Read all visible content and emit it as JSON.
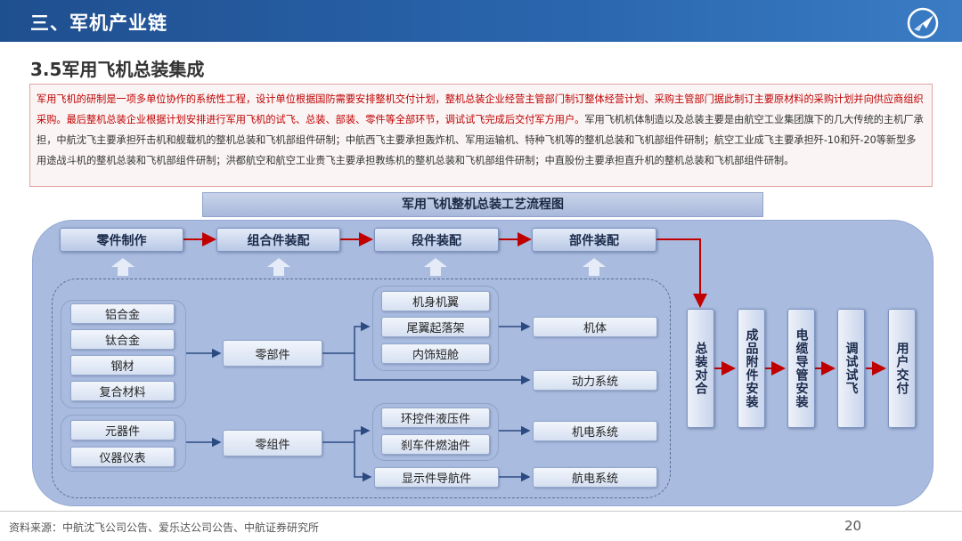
{
  "header": {
    "title": "三、军机产业链"
  },
  "section_title": "3.5军用飞机总装集成",
  "intro": {
    "red_text": "军用飞机的研制是一项多单位协作的系统性工程，设计单位根据国防需要安排整机交付计划，整机总装企业经营主管部门制订整体经营计划、采购主管部门据此制订主要原材料的采购计划并向供应商组织采购。最后整机总装企业根据计划安排进行军用飞机的试飞、总装、部装、零件等全部环节，调试试飞完成后交付军方用户。",
    "dark_text": "军用飞机机体制造以及总装主要是由航空工业集团旗下的几大传统的主机厂承担，中航沈飞主要承担歼击机和舰载机的整机总装和飞机部组件研制；中航西飞主要承担轰炸机、军用运输机、特种飞机等的整机总装和飞机部组件研制；航空工业成飞主要承担歼-10和歼-20等新型多用途战斗机的整机总装和飞机部组件研制；洪都航空和航空工业贵飞主要承担教练机的整机总装和飞机部组件研制；中直股份主要承担直升机的整机总装和飞机部组件研制。"
  },
  "flow": {
    "title": "军用飞机整机总装工艺流程图",
    "top_steps": [
      "零件制作",
      "组合件装配",
      "段件装配",
      "部件装配"
    ],
    "materials": [
      "铝合金",
      "钛合金",
      "钢材",
      "复合材料"
    ],
    "components": [
      "元器件",
      "仪器仪表"
    ],
    "mid": [
      "零部件",
      "零组件"
    ],
    "body_parts": [
      "机身机翼",
      "尾翼起落架",
      "内饰短舱"
    ],
    "system_parts": [
      "环控件液压件",
      "刹车件燃油件"
    ],
    "display_part": "显示件导航件",
    "outputs": [
      "机体",
      "动力系统",
      "机电系统",
      "航电系统"
    ],
    "final_steps": [
      "总装对合",
      "成品附件安装",
      "电缆导管安装",
      "调试试飞",
      "用户交付"
    ],
    "colors": {
      "arrow_red": "#c00000",
      "line_blue": "#2c4a82",
      "panel": "#a9bbdf"
    }
  },
  "footer": {
    "source": "资料来源：中航沈飞公司公告、爱乐达公司公告、中航证券研究所",
    "page": "20"
  }
}
